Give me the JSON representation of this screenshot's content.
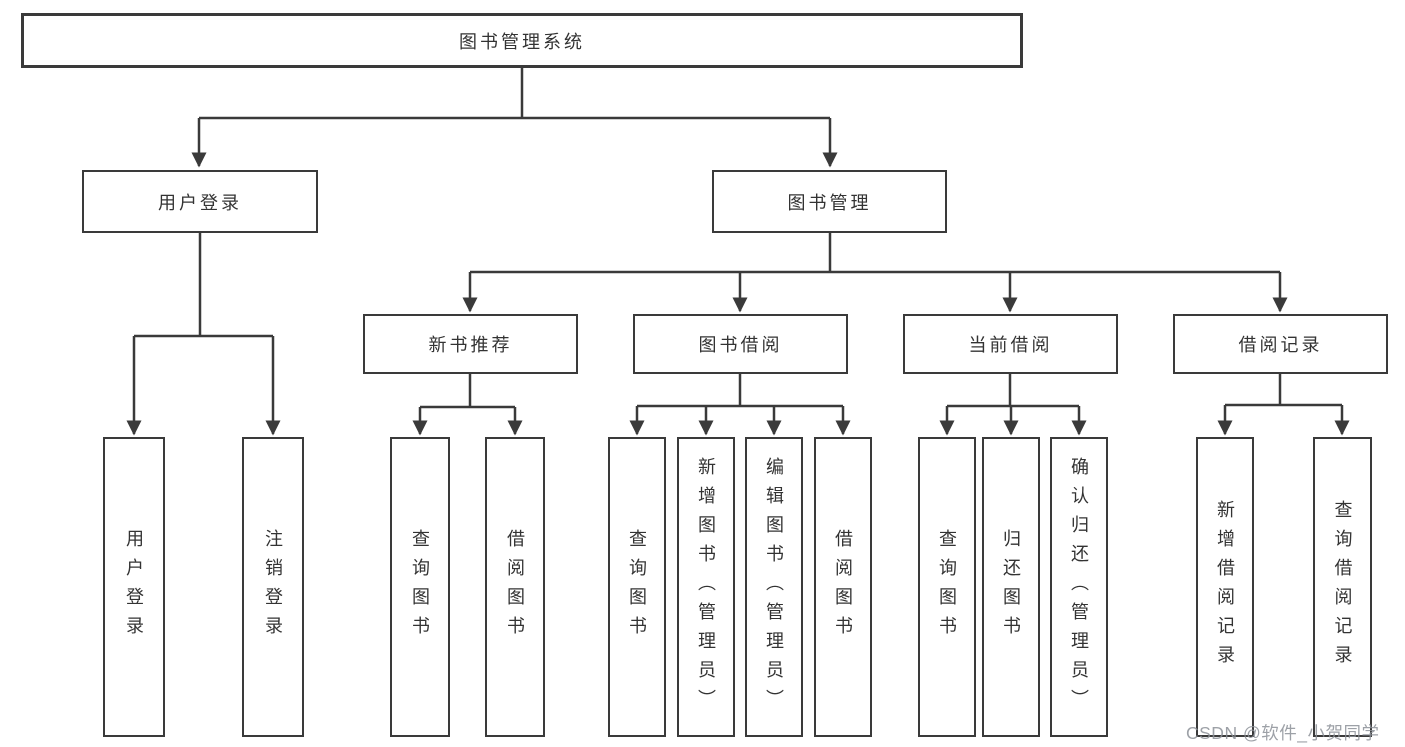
{
  "diagram": {
    "root": "图书管理系统",
    "user_login": {
      "label": "用户登录",
      "children": [
        "用户登录",
        "注销登录"
      ]
    },
    "book_mgmt": {
      "label": "图书管理",
      "groups": [
        {
          "label": "新书推荐",
          "children": [
            "查询图书",
            "借阅图书"
          ]
        },
        {
          "label": "图书借阅",
          "children": [
            "查询图书",
            "新增图书（管理员）",
            "编辑图书（管理员）",
            "借阅图书"
          ]
        },
        {
          "label": "当前借阅",
          "children": [
            "查询图书",
            "归还图书",
            "确认归还（管理员）"
          ]
        },
        {
          "label": "借阅记录",
          "children": [
            "新增借阅记录",
            "查询借阅记录"
          ]
        }
      ]
    },
    "line_color": "#3a3a3a"
  },
  "watermark": "CSDN @软件_小贺同学"
}
